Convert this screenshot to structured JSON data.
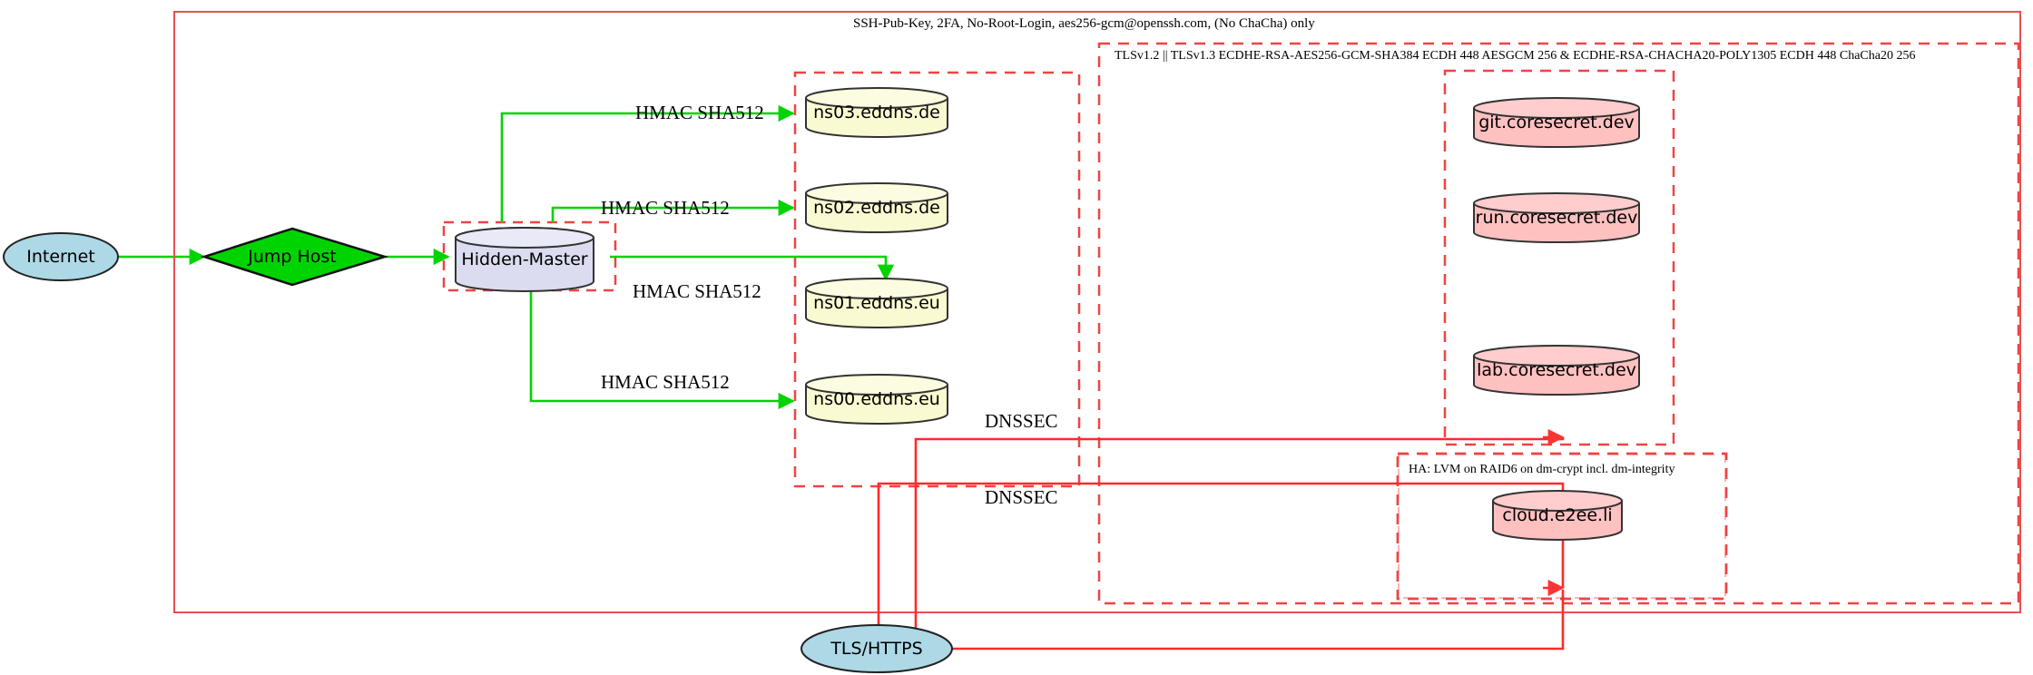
{
  "diagram": {
    "title_label": "SSH-Pub-Key, 2FA, No-Root-Login, aes256-gcm@openssh.com, (No ChaCha) only",
    "tls_label": "TLSv1.2 || TLSv1.3 ECDHE-RSA-AES256-GCM-SHA384 ECDH 448 AESGCM 256 & ECDHE-RSA-CHACHA20-POLY1305 ECDH 448 ChaCha20 256",
    "ha_label": "HA: LVM on RAID6 on dm-crypt incl. dm-integrity"
  },
  "nodes": {
    "internet": "Internet",
    "jump_host": "Jump Host",
    "hidden_master": "Hidden-Master",
    "ns03": "ns03.eddns.de",
    "ns02": "ns02.eddns.de",
    "ns01": "ns01.eddns.eu",
    "ns00": "ns00.eddns.eu",
    "git": "git.coresecret.dev",
    "run": "run.coresecret.dev",
    "lab": "lab.coresecret.dev",
    "cloud": "cloud.e2ee.li",
    "tls_https": "TLS/HTTPS"
  },
  "edges": {
    "hmac_ns03": "HMAC SHA512",
    "hmac_ns02": "HMAC SHA512",
    "hmac_ns01": "HMAC SHA512",
    "hmac_ns00": "HMAC SHA512",
    "dnssec_1": "DNSSEC",
    "dnssec_2": "DNSSEC"
  },
  "colors": {
    "internet_fill": "#add8e6",
    "jump_host_fill": "#00d400",
    "hidden_master_fill": "#dcdcf0",
    "dns_fill": "#fafad2",
    "service_fill": "#ffc0c0",
    "edge_green": "#00d400",
    "edge_red": "#ff3333",
    "boundary_red": "#e85050",
    "stroke_dark": "#333333"
  }
}
